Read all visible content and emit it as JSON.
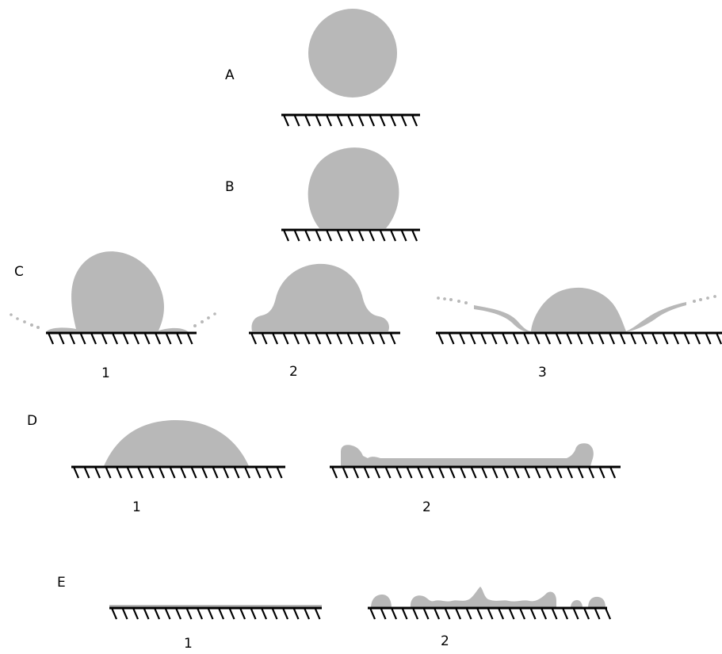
{
  "panels": {
    "a": {
      "label": "A"
    },
    "b": {
      "label": "B"
    },
    "c": {
      "label": "C",
      "subs": [
        "1",
        "2",
        "3"
      ]
    },
    "d": {
      "label": "D",
      "subs": [
        "1",
        "2"
      ]
    },
    "e": {
      "label": "E",
      "subs": [
        "1",
        "2"
      ]
    }
  },
  "colors": {
    "droplet": "#b8b8b8",
    "surface": "#000000"
  }
}
